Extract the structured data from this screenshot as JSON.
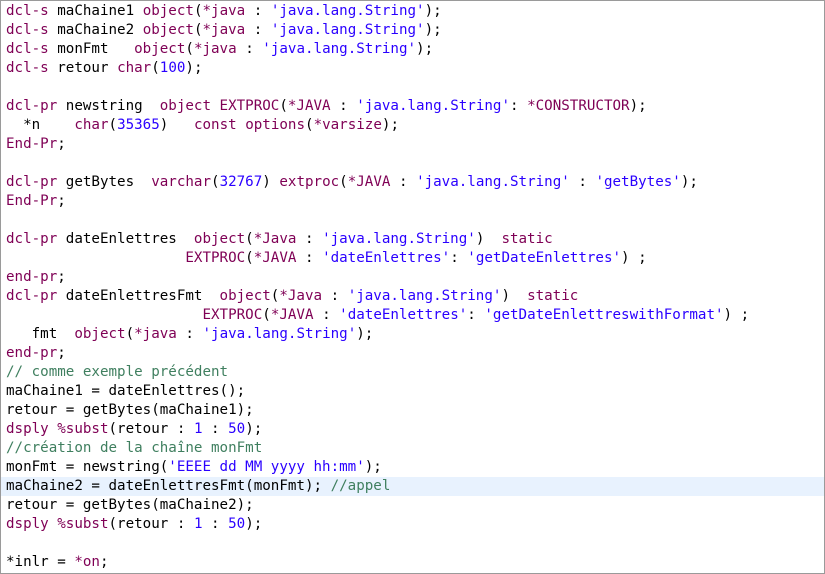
{
  "editor": {
    "current_line_index": 25,
    "colors": {
      "keyword": "#7f0055",
      "string": "#2a00ff",
      "number": "#2a00ff",
      "comment": "#3f7f5f",
      "special": "#7f0055",
      "identifier": "#000000",
      "current_line_bg": "#e8f2fe",
      "border": "#9a9a9a"
    },
    "lines": [
      [
        [
          "kw",
          "dcl-s"
        ],
        [
          "id",
          " maChaine1 "
        ],
        [
          "ty",
          "object"
        ],
        [
          "op",
          "("
        ],
        [
          "sp",
          "*java"
        ],
        [
          "op",
          " : "
        ],
        [
          "str",
          "'java.lang.String'"
        ],
        [
          "op",
          ");"
        ]
      ],
      [
        [
          "kw",
          "dcl-s"
        ],
        [
          "id",
          " maChaine2 "
        ],
        [
          "ty",
          "object"
        ],
        [
          "op",
          "("
        ],
        [
          "sp",
          "*java"
        ],
        [
          "op",
          " : "
        ],
        [
          "str",
          "'java.lang.String'"
        ],
        [
          "op",
          ");"
        ]
      ],
      [
        [
          "kw",
          "dcl-s"
        ],
        [
          "id",
          " monFmt   "
        ],
        [
          "ty",
          "object"
        ],
        [
          "op",
          "("
        ],
        [
          "sp",
          "*java"
        ],
        [
          "op",
          " : "
        ],
        [
          "str",
          "'java.lang.String'"
        ],
        [
          "op",
          ");"
        ]
      ],
      [
        [
          "kw",
          "dcl-s"
        ],
        [
          "id",
          " retour "
        ],
        [
          "ty",
          "char"
        ],
        [
          "op",
          "("
        ],
        [
          "num",
          "100"
        ],
        [
          "op",
          ");"
        ]
      ],
      [],
      [
        [
          "kw",
          "dcl-pr"
        ],
        [
          "id",
          " newstring  "
        ],
        [
          "ty",
          "object"
        ],
        [
          "id",
          " "
        ],
        [
          "kw",
          "EXTPROC"
        ],
        [
          "op",
          "("
        ],
        [
          "sp",
          "*JAVA"
        ],
        [
          "op",
          " : "
        ],
        [
          "str",
          "'java.lang.String'"
        ],
        [
          "op",
          ": "
        ],
        [
          "sp",
          "*CONSTRUCTOR"
        ],
        [
          "op",
          ");"
        ]
      ],
      [
        [
          "id",
          "  *n    "
        ],
        [
          "ty",
          "char"
        ],
        [
          "op",
          "("
        ],
        [
          "num",
          "35365"
        ],
        [
          "op",
          ")   "
        ],
        [
          "kw",
          "const"
        ],
        [
          "id",
          " "
        ],
        [
          "kw",
          "options"
        ],
        [
          "op",
          "("
        ],
        [
          "sp",
          "*varsize"
        ],
        [
          "op",
          ");"
        ]
      ],
      [
        [
          "kw",
          "End-Pr"
        ],
        [
          "op",
          ";"
        ]
      ],
      [],
      [
        [
          "kw",
          "dcl-pr"
        ],
        [
          "id",
          " getBytes  "
        ],
        [
          "ty",
          "varchar"
        ],
        [
          "op",
          "("
        ],
        [
          "num",
          "32767"
        ],
        [
          "op",
          ")"
        ],
        [
          "id",
          " "
        ],
        [
          "kw",
          "extproc"
        ],
        [
          "op",
          "("
        ],
        [
          "sp",
          "*JAVA"
        ],
        [
          "op",
          " : "
        ],
        [
          "str",
          "'java.lang.String'"
        ],
        [
          "op",
          " : "
        ],
        [
          "str",
          "'getBytes'"
        ],
        [
          "op",
          ");"
        ]
      ],
      [
        [
          "kw",
          "End-Pr"
        ],
        [
          "op",
          ";"
        ]
      ],
      [],
      [
        [
          "kw",
          "dcl-pr"
        ],
        [
          "id",
          " dateEnlettres  "
        ],
        [
          "ty",
          "object"
        ],
        [
          "op",
          "("
        ],
        [
          "sp",
          "*Java"
        ],
        [
          "op",
          " : "
        ],
        [
          "str",
          "'java.lang.String'"
        ],
        [
          "op",
          ")  "
        ],
        [
          "kw",
          "static"
        ]
      ],
      [
        [
          "id",
          "                     "
        ],
        [
          "kw",
          "EXTPROC"
        ],
        [
          "op",
          "("
        ],
        [
          "sp",
          "*JAVA"
        ],
        [
          "op",
          " : "
        ],
        [
          "str",
          "'dateEnlettres'"
        ],
        [
          "op",
          ": "
        ],
        [
          "str",
          "'getDateEnlettres'"
        ],
        [
          "op",
          ") ;"
        ]
      ],
      [
        [
          "kw",
          "end-pr"
        ],
        [
          "op",
          ";"
        ]
      ],
      [
        [
          "kw",
          "dcl-pr"
        ],
        [
          "id",
          " dateEnlettresFmt  "
        ],
        [
          "ty",
          "object"
        ],
        [
          "op",
          "("
        ],
        [
          "sp",
          "*Java"
        ],
        [
          "op",
          " : "
        ],
        [
          "str",
          "'java.lang.String'"
        ],
        [
          "op",
          ")  "
        ],
        [
          "kw",
          "static"
        ]
      ],
      [
        [
          "id",
          "                       "
        ],
        [
          "kw",
          "EXTPROC"
        ],
        [
          "op",
          "("
        ],
        [
          "sp",
          "*JAVA"
        ],
        [
          "op",
          " : "
        ],
        [
          "str",
          "'dateEnlettres'"
        ],
        [
          "op",
          ": "
        ],
        [
          "str",
          "'getDateEnlettreswithFormat'"
        ],
        [
          "op",
          ") ;"
        ]
      ],
      [
        [
          "id",
          "   fmt  "
        ],
        [
          "ty",
          "object"
        ],
        [
          "op",
          "("
        ],
        [
          "sp",
          "*java"
        ],
        [
          "op",
          " : "
        ],
        [
          "str",
          "'java.lang.String'"
        ],
        [
          "op",
          ");"
        ]
      ],
      [
        [
          "kw",
          "end-pr"
        ],
        [
          "op",
          ";"
        ]
      ],
      [
        [
          "cm",
          "// comme exemple précédent"
        ]
      ],
      [
        [
          "id",
          "maChaine1 = dateEnlettres();"
        ]
      ],
      [
        [
          "id",
          "retour = getBytes(maChaine1);"
        ]
      ],
      [
        [
          "kw",
          "dsply"
        ],
        [
          "id",
          " "
        ],
        [
          "kw",
          "%subst"
        ],
        [
          "op",
          "(retour : "
        ],
        [
          "num",
          "1"
        ],
        [
          "op",
          " : "
        ],
        [
          "num",
          "50"
        ],
        [
          "op",
          ");"
        ]
      ],
      [
        [
          "cm",
          "//création de la chaîne monFmt"
        ]
      ],
      [
        [
          "id",
          "monFmt = newstring("
        ],
        [
          "str",
          "'EEEE dd MM yyyy hh:mm'"
        ],
        [
          "op",
          ");"
        ]
      ],
      [
        [
          "id",
          "maChaine2 = dateEnlettresFmt(monFmt); "
        ],
        [
          "cm",
          "//appel"
        ]
      ],
      [
        [
          "id",
          "retour = getBytes(maChaine2);"
        ]
      ],
      [
        [
          "kw",
          "dsply"
        ],
        [
          "id",
          " "
        ],
        [
          "kw",
          "%subst"
        ],
        [
          "op",
          "(retour : "
        ],
        [
          "num",
          "1"
        ],
        [
          "op",
          " : "
        ],
        [
          "num",
          "50"
        ],
        [
          "op",
          ");"
        ]
      ],
      [],
      [
        [
          "id",
          "*inlr = "
        ],
        [
          "sp",
          "*on"
        ],
        [
          "op",
          ";"
        ]
      ]
    ]
  }
}
